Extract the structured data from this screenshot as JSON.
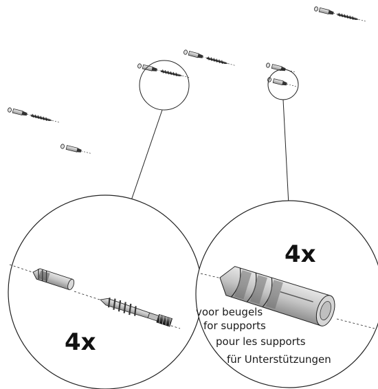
{
  "quantity_left": "4x",
  "quantity_right": "4x",
  "support_labels": {
    "nl": "voor beugels",
    "en": "for supports",
    "fr": "pour les supports",
    "de": "für Unterstützungen"
  },
  "colors": {
    "line": "#222222",
    "plug_body": "#c8c8c8",
    "plug_shade": "#9a9a9a",
    "metal": "#3a3a3a",
    "metal_light": "#bdbdbd"
  }
}
